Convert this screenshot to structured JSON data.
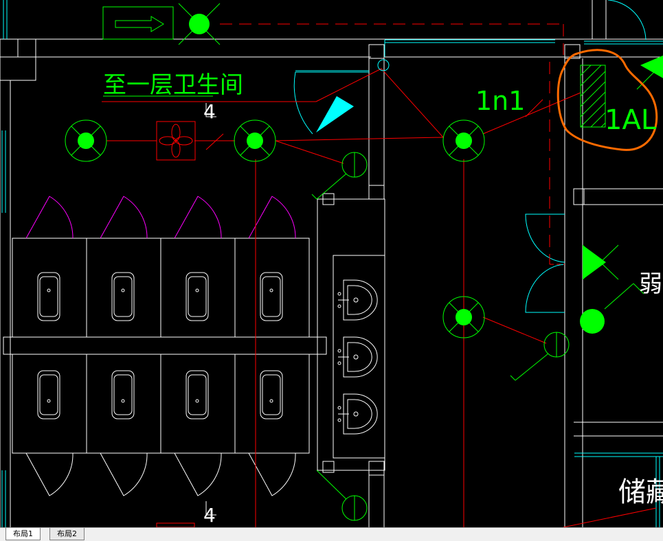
{
  "drawing": {
    "label_first_floor_wc": "至一层卫生间",
    "label_1n1": "1n1",
    "label_1al": "1AL",
    "label_weak": "弱",
    "label_storage": "储藏",
    "mark_4_top": "4",
    "mark_4_bottom": "4"
  },
  "colors": {
    "background": "#000000",
    "wall": "#ffffff",
    "fixture": "#00ff00",
    "wire": "#ff0000",
    "door": "#00ffff",
    "door_alt": "#ff00ff",
    "highlight": "#ff6a00"
  },
  "tabs": [
    {
      "label": "布局1",
      "active": true
    },
    {
      "label": "布局2",
      "active": false
    }
  ]
}
